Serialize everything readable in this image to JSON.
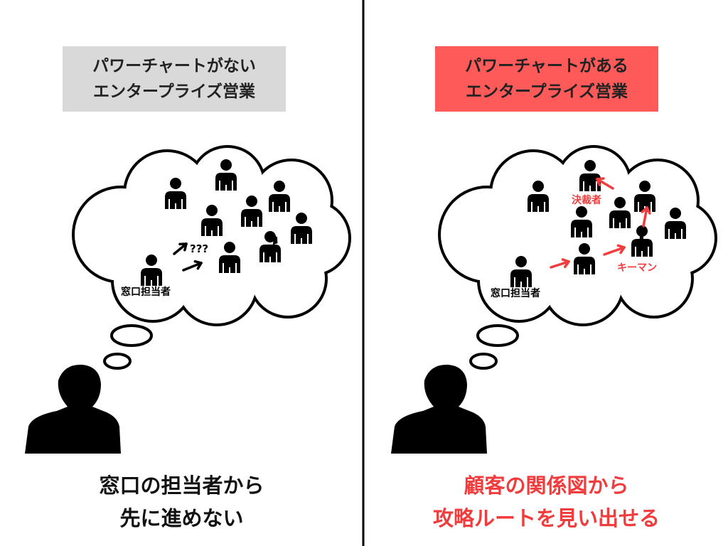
{
  "left": {
    "title_lines": [
      "パワーチャートがない",
      "エンタープライズ営業"
    ],
    "title_bg": "#d9d9d9",
    "contact_label": "窓口担当者",
    "question": "???",
    "caption_lines": [
      "窓口の担当者から",
      "先に進めない"
    ],
    "caption_color": "#111111"
  },
  "right": {
    "title_lines": [
      "パワーチャートがある",
      "エンタープライズ営業"
    ],
    "title_bg": "#ff5a5a",
    "contact_label": "窓口担当者",
    "decision_maker_label": "決裁者",
    "key_person_label": "キーマン",
    "caption_lines": [
      "顧客の関係図から",
      "攻略ルートを見い出せる"
    ],
    "caption_color": "#f03c3c",
    "accent": "#f03c3c"
  }
}
